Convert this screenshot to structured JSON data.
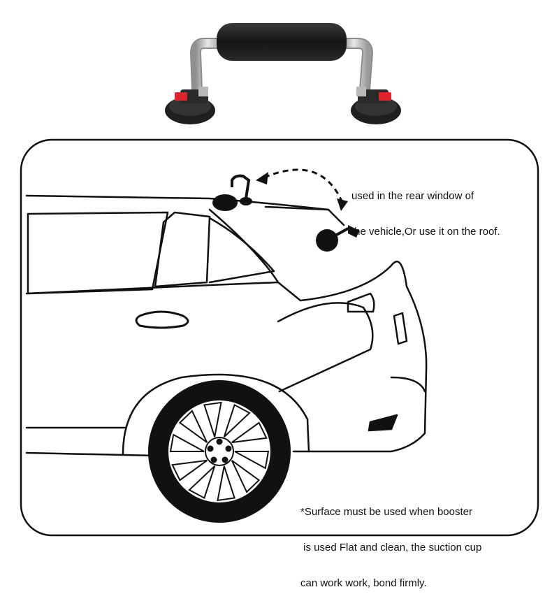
{
  "captions": {
    "top_lines": [
      "used in the rear window of",
      "the vehicle,Or use it on the roof."
    ],
    "bottom_lines": [
      "*Surface must be used when booster",
      " is used Flat and clean, the suction cup",
      "can work work, bond firmly."
    ]
  },
  "colors": {
    "background": "#ffffff",
    "line": "#111111",
    "foam_grip": "#1b1b1b",
    "aluminium": "#c9c9c9",
    "lock_tab": "#e0242b",
    "suction_base": "#222222"
  },
  "icons": {
    "product": "suction-cup-grab-handle",
    "vehicle": "hatchback-car-outline",
    "motion": "dashed-curved-double-arrow"
  }
}
